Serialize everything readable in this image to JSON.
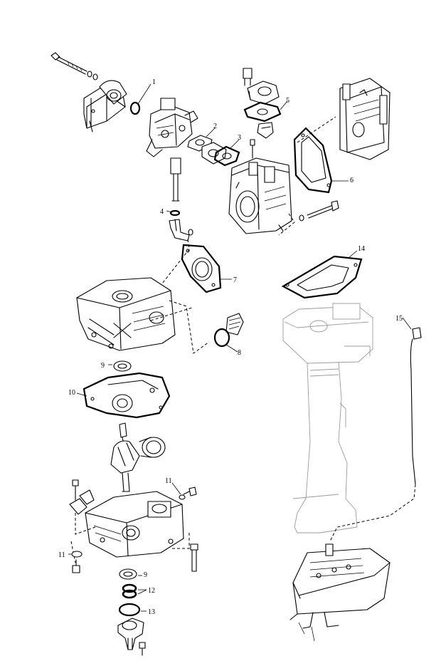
{
  "diagram": {
    "callouts": [
      {
        "id": "callout-1",
        "text": "1"
      },
      {
        "id": "callout-2",
        "text": "2"
      },
      {
        "id": "callout-3",
        "text": "3"
      },
      {
        "id": "callout-4",
        "text": "4"
      },
      {
        "id": "callout-5",
        "text": "5"
      },
      {
        "id": "callout-6",
        "text": "6"
      },
      {
        "id": "callout-7",
        "text": "7"
      },
      {
        "id": "callout-8",
        "text": "8"
      },
      {
        "id": "callout-9a",
        "text": "9"
      },
      {
        "id": "callout-10",
        "text": "10"
      },
      {
        "id": "callout-11a",
        "text": "11"
      },
      {
        "id": "callout-11b",
        "text": "11"
      },
      {
        "id": "callout-9b",
        "text": "9"
      },
      {
        "id": "callout-12",
        "text": "12"
      },
      {
        "id": "callout-13",
        "text": "13"
      },
      {
        "id": "callout-14",
        "text": "14"
      },
      {
        "id": "callout-15",
        "text": "15"
      }
    ]
  }
}
